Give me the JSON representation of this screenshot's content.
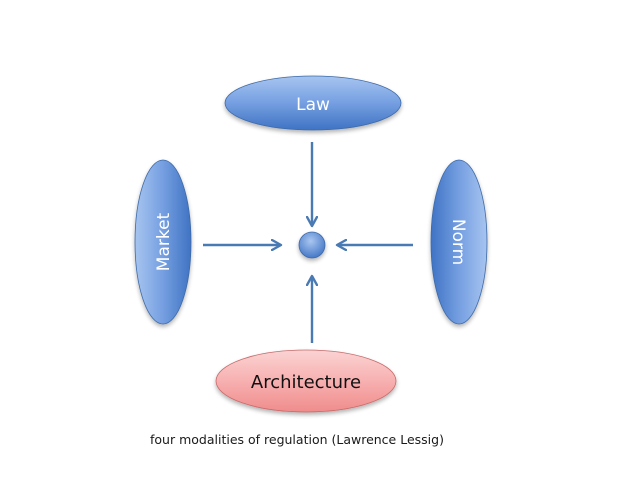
{
  "diagram": {
    "type": "convergence",
    "caption": "four modalities of regulation (Lawrence Lessig)",
    "center": {
      "name": "regulated-subject",
      "color": "#4f81bd"
    },
    "nodes": [
      {
        "id": "law",
        "label": "Law",
        "position": "top",
        "fill": "#4f81bd",
        "text_color": "#ffffff",
        "arrow_direction": "toward-center"
      },
      {
        "id": "market",
        "label": "Market",
        "position": "left",
        "fill": "#4f81bd",
        "text_color": "#ffffff",
        "arrow_direction": "toward-center"
      },
      {
        "id": "norm",
        "label": "Norm",
        "position": "right",
        "fill": "#4f81bd",
        "text_color": "#ffffff",
        "arrow_direction": "toward-center"
      },
      {
        "id": "architecture",
        "label": "Architecture",
        "position": "bottom",
        "fill": "#f08080",
        "text_color": "#111111",
        "arrow_direction": "toward-center"
      }
    ],
    "arrow_color": "#4a7ab3"
  }
}
